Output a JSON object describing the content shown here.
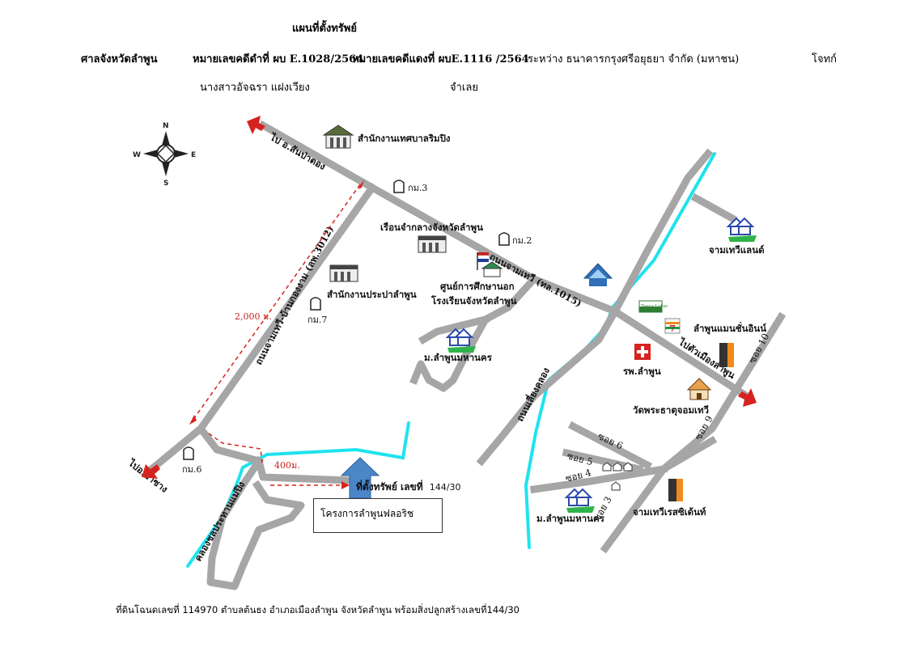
{
  "header": {
    "title": "แผนที่ตั้งทรัพย์",
    "court": "ศาลจังหวัดลำพูน",
    "black_case": "หมายเลขคดีดำที่ ผบ E.1028/2564",
    "red_case": "หมายเลขคดีแดงที่ ผบE.1116 /2564",
    "between": "ระหว่าง ธนาคารกรุงศรีอยุธยา จำกัด (มหาชน)",
    "plaintiff": "โจทก์",
    "defendant_name": "นางสาวอัจฉรา แฝงเวียง",
    "defendant": "จำเลย"
  },
  "compass": {
    "n": "N",
    "s": "S",
    "e": "E",
    "w": "W"
  },
  "roads": {
    "to_sanpatong": "ไป อ.สันป่าตอง",
    "to_pasang": "ไปอ.ป่าซาง",
    "to_city": "ไปตัวเมืองลำพูน",
    "chamthewi": "ถนนจามเทวี (ทล.1015)",
    "chamthewi_kaew": "ถนนจามเทวี-บ้านกองงาม (ลพ.3012)",
    "bypass": "ถนนเลี่ยงคลอง",
    "canal": "คลองชลประทานแม่ปิง"
  },
  "sois": {
    "soi3": "ซอย 3",
    "soi4": "ซอย 4",
    "soi5": "ซอย 5",
    "soi6": "ซอย 6",
    "soi9": "ซอย 9",
    "soi10": "ซอย 10"
  },
  "km_markers": {
    "km2": "กม.2",
    "km3": "กม.3",
    "km6": "กม.6",
    "km7": "กม.7"
  },
  "places": {
    "banglimping": "สำนักงานเทศบาลริมปิง",
    "prison": "เรือนจำกลางจังหวัดลำพูน",
    "waterworks": "สำนักงานประปาลำพูน",
    "school": "ศูนย์การศึกษานอกโรงเรียนจังหวัดลำพูน",
    "village1": "ม.ลำพูนมหานคร",
    "village2": "ม.ลำพูนมหานคร",
    "chamthewi_estate": "จามเทวีแลนด์",
    "lotus": "Tesco Lotus",
    "seven": "7",
    "mansion": "ลำพูนแมนชั่นอินน์",
    "hospital": "รพ.ลำพูน",
    "temple": "วัดพระธาตุจอมเทวี",
    "residence": "จามเทวีเรสซิเด้นท์"
  },
  "property": {
    "label": "ที่ตั้งทรัพย์ เลขที่",
    "number": "144/30",
    "project": "โครงการลำพูนฟลอริช",
    "distance_2000": "2,000 ม.",
    "distance_400": "400ม."
  },
  "footer": "ที่ดินโฉนดเลขที่ 114970 ตำบลต้นธง อำเภอเมืองลำพูน จังหวัดลำพูน พร้อมสิ่งปลูกสร้างเลขที่144/30",
  "colors": {
    "road": "#a6a6a6",
    "canal": "#1ee3ef",
    "arrow": "#d6231f",
    "marker": "#4a86c8"
  }
}
